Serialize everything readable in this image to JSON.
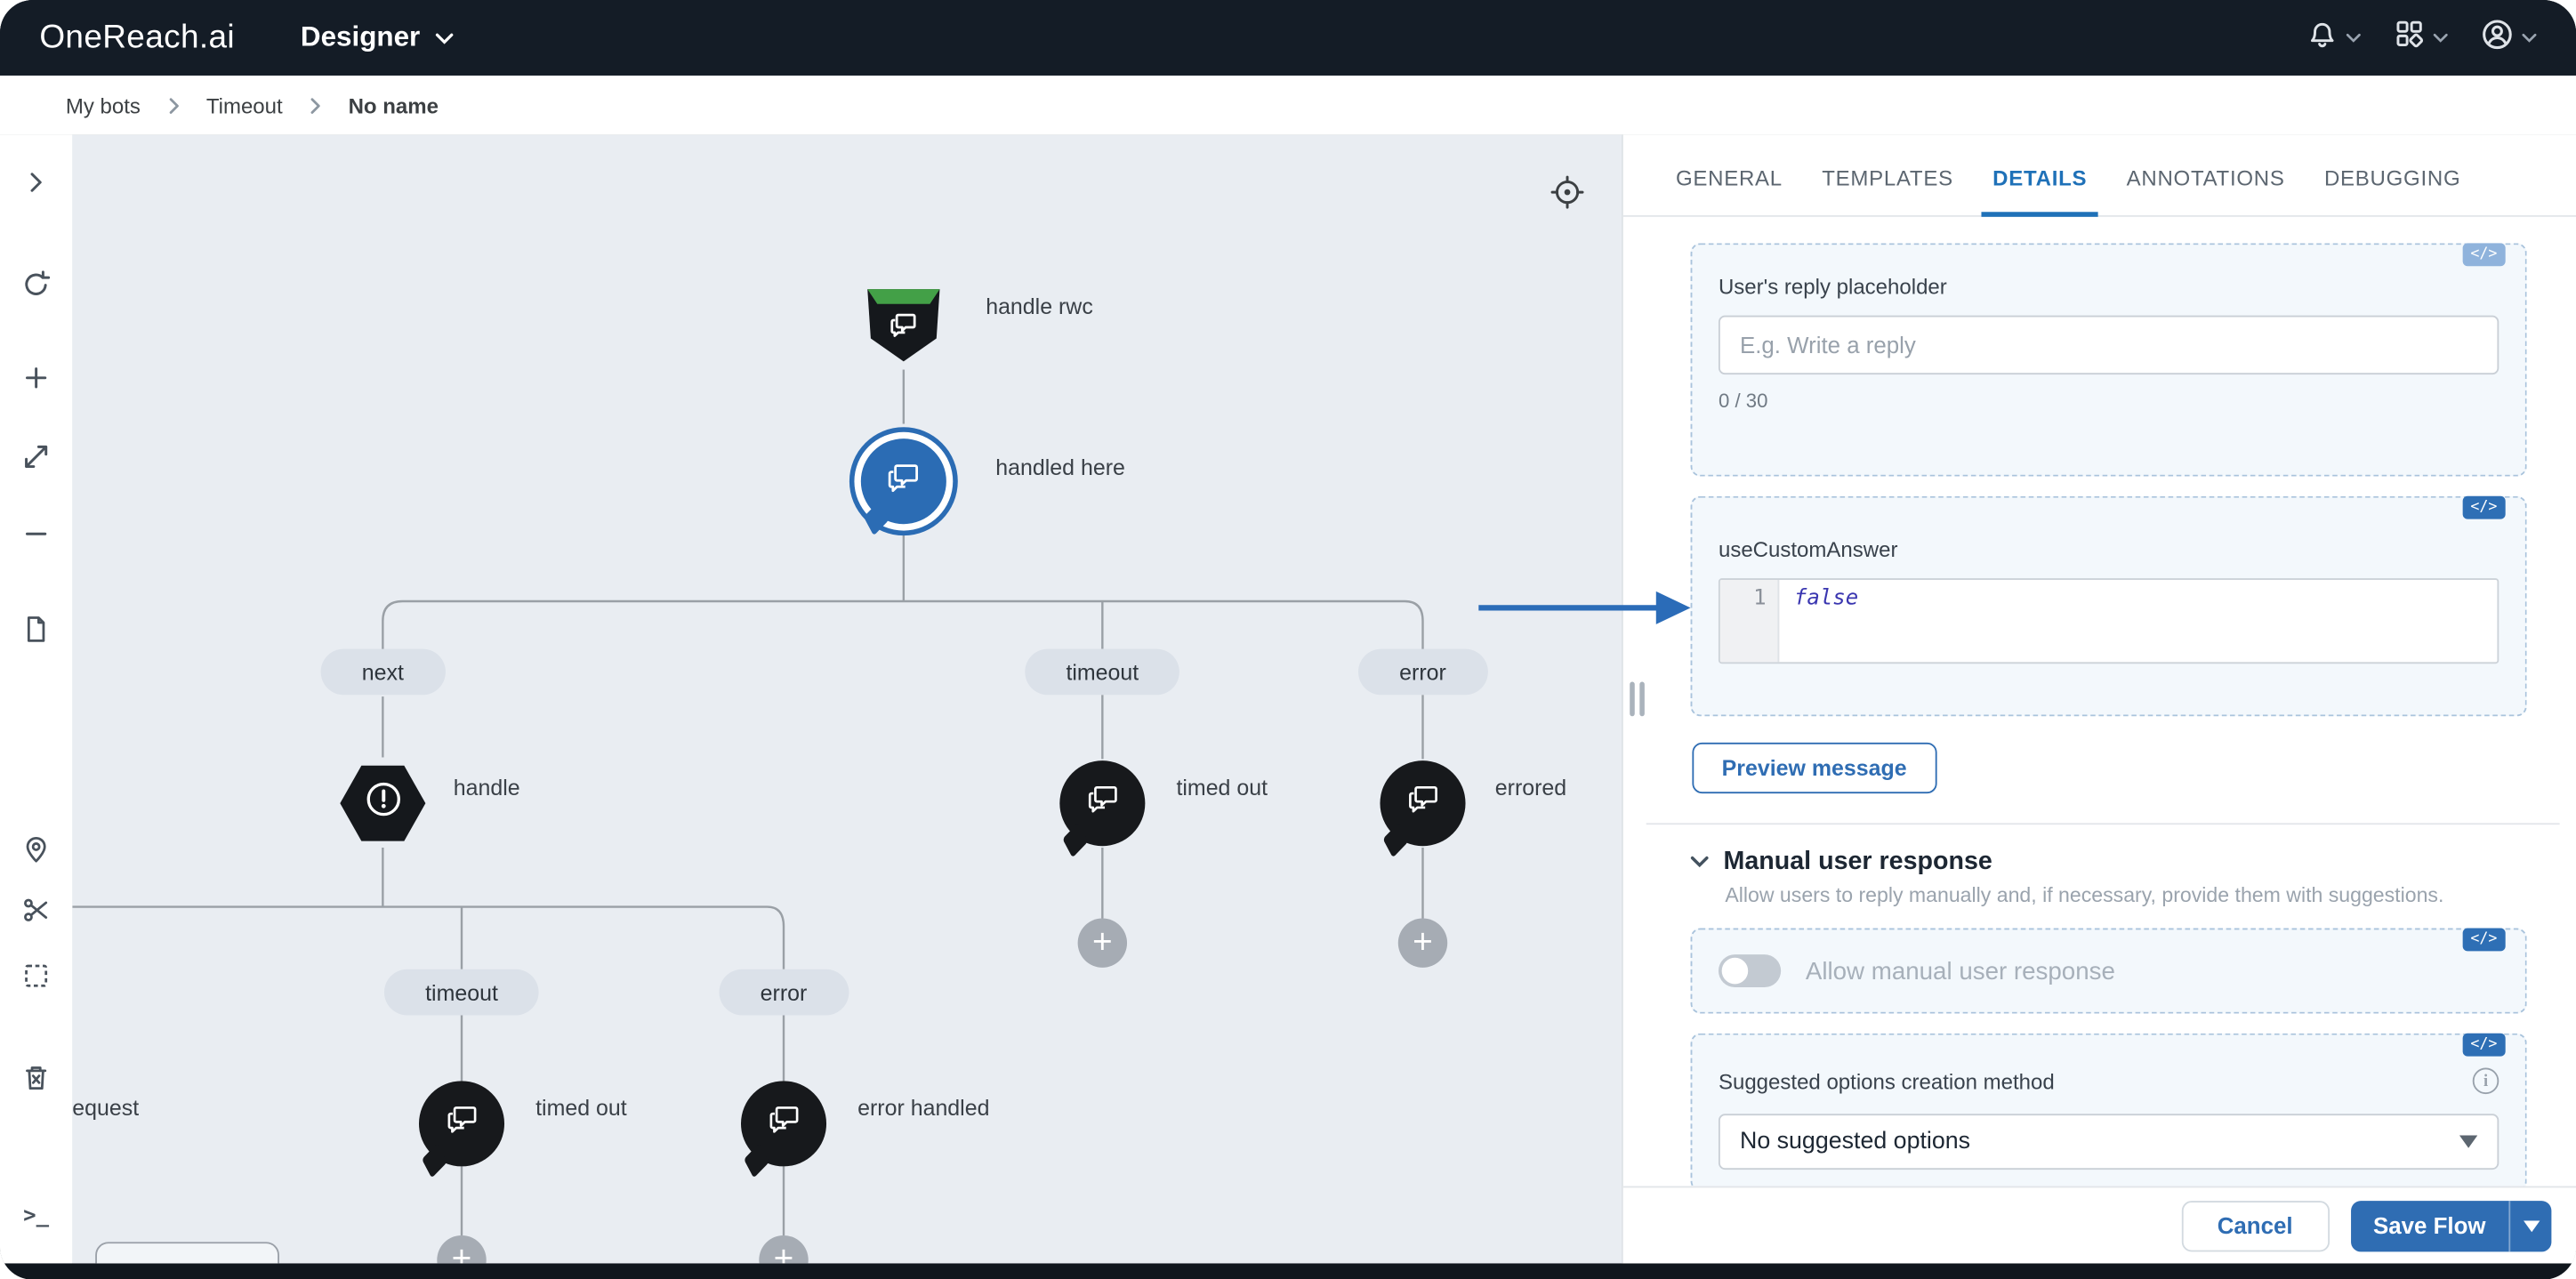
{
  "colors": {
    "accent": "#2f6db3",
    "header_bg": "#141c26",
    "canvas_bg": "#e9edf2",
    "badge_blue": "#2e6fb5",
    "badge_light": "#8fb3dc"
  },
  "header": {
    "brand": "OneReach.ai",
    "app_menu": "Designer"
  },
  "breadcrumb": {
    "items": [
      "My bots",
      "Timeout",
      "No name"
    ]
  },
  "toolbar": {
    "terminal_label": ">_"
  },
  "canvas": {
    "nodes": {
      "handle_rwc": "handle rwc",
      "handled_here": "handled here",
      "next_pill": "next",
      "timeout_pill_1": "timeout",
      "error_pill_1": "error",
      "handle": "handle",
      "timed_out_1": "timed out",
      "errored": "errored",
      "timeout_pill_2": "timeout",
      "error_pill_2": "error",
      "timed_out_2": "timed out",
      "error_handled": "error handled",
      "request_partial": "equest"
    },
    "plus_label": "+"
  },
  "panel": {
    "tabs": [
      {
        "label": "GENERAL"
      },
      {
        "label": "TEMPLATES"
      },
      {
        "label": "DETAILS"
      },
      {
        "label": "ANNOTATIONS"
      },
      {
        "label": "DEBUGGING"
      }
    ],
    "code_badge": "</>",
    "reply": {
      "label": "User's reply placeholder",
      "placeholder": "E.g. Write a reply",
      "counter": "0 / 30"
    },
    "custom_answer": {
      "label": "useCustomAnswer",
      "line": "1",
      "code": "false"
    },
    "preview_button": "Preview message",
    "manual": {
      "title": "Manual user response",
      "subtitle": "Allow users to reply manually and, if necessary, provide them with suggestions.",
      "toggle_label": "Allow manual user response"
    },
    "suggested": {
      "label": "Suggested options creation method",
      "value": "No suggested options"
    },
    "footer": {
      "cancel": "Cancel",
      "save": "Save Flow"
    }
  }
}
